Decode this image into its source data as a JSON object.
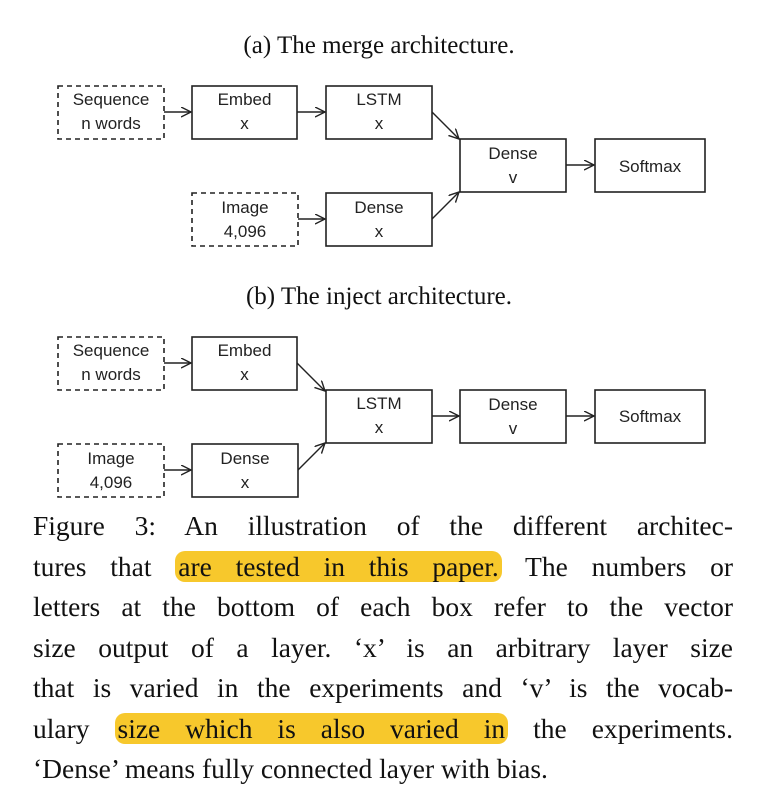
{
  "subtitles": {
    "a": "(a)  The merge architecture.",
    "b": "(b)  The inject architecture."
  },
  "merge": {
    "sequence": [
      "Sequence",
      "n words"
    ],
    "embed": [
      "Embed",
      "x"
    ],
    "lstm": [
      "LSTM",
      "x"
    ],
    "image": [
      "Image",
      "4,096"
    ],
    "dense_img": [
      "Dense",
      "x"
    ],
    "dense_out": [
      "Dense",
      "v"
    ],
    "softmax": [
      "Softmax"
    ]
  },
  "inject": {
    "sequence": [
      "Sequence",
      "n words"
    ],
    "embed": [
      "Embed",
      "x"
    ],
    "image": [
      "Image",
      "4,096"
    ],
    "dense_img": [
      "Dense",
      "x"
    ],
    "lstm": [
      "LSTM",
      "x"
    ],
    "dense_out": [
      "Dense",
      "v"
    ],
    "softmax": [
      "Softmax"
    ]
  },
  "caption": {
    "l1": "Figure 3:   An illustration of the different architec-",
    "l2_pre": "tures that ",
    "l2_hl": "are tested in this paper.",
    "l2_post": " The numbers or",
    "l3": "letters at the bottom of each box refer to the vector",
    "l4": "size output of a layer.  ‘x’ is an arbitrary layer size",
    "l5": "that is varied in the experiments and ‘v’ is the vocab-",
    "l6_pre": "ulary ",
    "l6_hl": "size which is also varied in",
    "l6_post": " the experiments.",
    "l7": "‘Dense’ means fully connected layer with bias."
  },
  "colors": {
    "highlight": "#f7c82c",
    "box_border": "#111111",
    "text": "#111111"
  }
}
